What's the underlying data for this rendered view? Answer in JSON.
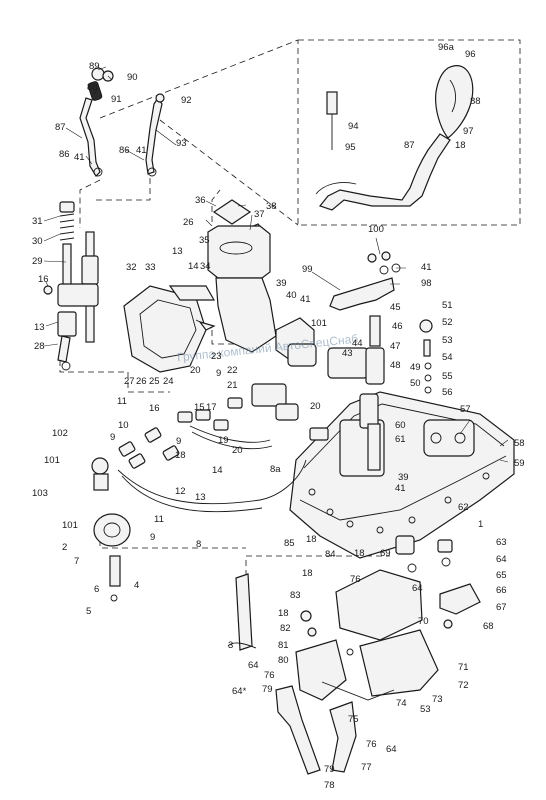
{
  "watermark": "Группа компаний АвтоСпецСнаб",
  "callouts": [
    {
      "id": "c-89",
      "text": "89"
    },
    {
      "id": "c-90",
      "text": "90"
    },
    {
      "id": "c-88",
      "text": "88"
    },
    {
      "id": "c-91",
      "text": "91"
    },
    {
      "id": "c-92",
      "text": "92"
    },
    {
      "id": "c-87a",
      "text": "87"
    },
    {
      "id": "c-86a",
      "text": "86"
    },
    {
      "id": "c-41a",
      "text": "41"
    },
    {
      "id": "c-86b",
      "text": "86"
    },
    {
      "id": "c-41b",
      "text": "41"
    },
    {
      "id": "c-93",
      "text": "93"
    },
    {
      "id": "c-96a",
      "text": "96а"
    },
    {
      "id": "c-96",
      "text": "96"
    },
    {
      "id": "c-88b",
      "text": "88"
    },
    {
      "id": "c-94",
      "text": "94"
    },
    {
      "id": "c-95",
      "text": "95"
    },
    {
      "id": "c-97",
      "text": "97"
    },
    {
      "id": "c-18a",
      "text": "18"
    },
    {
      "id": "c-87b",
      "text": "87"
    },
    {
      "id": "c-31",
      "text": "31"
    },
    {
      "id": "c-30",
      "text": "30"
    },
    {
      "id": "c-29",
      "text": "29"
    },
    {
      "id": "c-16a",
      "text": "16"
    },
    {
      "id": "c-13a",
      "text": "13"
    },
    {
      "id": "c-28",
      "text": "28"
    },
    {
      "id": "c-36",
      "text": "36"
    },
    {
      "id": "c-38",
      "text": "38"
    },
    {
      "id": "c-26a",
      "text": "26"
    },
    {
      "id": "c-37",
      "text": "37"
    },
    {
      "id": "c-35",
      "text": "35"
    },
    {
      "id": "c-13b",
      "text": "13"
    },
    {
      "id": "c-14a",
      "text": "14"
    },
    {
      "id": "c-34",
      "text": "34"
    },
    {
      "id": "c-32",
      "text": "32"
    },
    {
      "id": "c-33",
      "text": "33"
    },
    {
      "id": "c-100",
      "text": "100"
    },
    {
      "id": "c-99",
      "text": "99"
    },
    {
      "id": "c-41c",
      "text": "41"
    },
    {
      "id": "c-98",
      "text": "98"
    },
    {
      "id": "c-39a",
      "text": "39"
    },
    {
      "id": "c-40",
      "text": "40"
    },
    {
      "id": "c-41d",
      "text": "41"
    },
    {
      "id": "c-101a",
      "text": "101"
    },
    {
      "id": "c-45",
      "text": "45"
    },
    {
      "id": "c-46",
      "text": "46"
    },
    {
      "id": "c-44",
      "text": "44"
    },
    {
      "id": "c-43",
      "text": "43"
    },
    {
      "id": "c-47",
      "text": "47"
    },
    {
      "id": "c-48",
      "text": "48"
    },
    {
      "id": "c-51",
      "text": "51"
    },
    {
      "id": "c-52",
      "text": "52"
    },
    {
      "id": "c-53",
      "text": "53"
    },
    {
      "id": "c-54",
      "text": "54"
    },
    {
      "id": "c-55",
      "text": "55"
    },
    {
      "id": "c-56",
      "text": "56"
    },
    {
      "id": "c-49",
      "text": "49"
    },
    {
      "id": "c-50",
      "text": "50"
    },
    {
      "id": "c-23",
      "text": "23"
    },
    {
      "id": "c-22",
      "text": "22"
    },
    {
      "id": "c-9a",
      "text": "9"
    },
    {
      "id": "c-21",
      "text": "21"
    },
    {
      "id": "c-20a",
      "text": "20"
    },
    {
      "id": "c-27",
      "text": "27"
    },
    {
      "id": "c-26b",
      "text": "26"
    },
    {
      "id": "c-25",
      "text": "25"
    },
    {
      "id": "c-24",
      "text": "24"
    },
    {
      "id": "c-11a",
      "text": "11"
    },
    {
      "id": "c-16b",
      "text": "16"
    },
    {
      "id": "c-17",
      "text": "17"
    },
    {
      "id": "c-15",
      "text": "15"
    },
    {
      "id": "c-20b",
      "text": "20"
    },
    {
      "id": "c-60",
      "text": "60"
    },
    {
      "id": "c-61",
      "text": "61"
    },
    {
      "id": "c-57",
      "text": "57"
    },
    {
      "id": "c-10",
      "text": "10"
    },
    {
      "id": "c-9b",
      "text": "9"
    },
    {
      "id": "c-19",
      "text": "19"
    },
    {
      "id": "c-20c",
      "text": "20"
    },
    {
      "id": "c-102",
      "text": "102"
    },
    {
      "id": "c-101b",
      "text": "101"
    },
    {
      "id": "c-103",
      "text": "103"
    },
    {
      "id": "c-9c",
      "text": "9"
    },
    {
      "id": "c-18b",
      "text": "18"
    },
    {
      "id": "c-12",
      "text": "12"
    },
    {
      "id": "c-14b",
      "text": "14"
    },
    {
      "id": "c-13c",
      "text": "13"
    },
    {
      "id": "c-8a",
      "text": "8а"
    },
    {
      "id": "c-58",
      "text": "58"
    },
    {
      "id": "c-59",
      "text": "59"
    },
    {
      "id": "c-39b",
      "text": "39"
    },
    {
      "id": "c-41e",
      "text": "41"
    },
    {
      "id": "c-11b",
      "text": "11"
    },
    {
      "id": "c-101c",
      "text": "101"
    },
    {
      "id": "c-2",
      "text": "2"
    },
    {
      "id": "c-7",
      "text": "7"
    },
    {
      "id": "c-9d",
      "text": "9"
    },
    {
      "id": "c-8",
      "text": "8"
    },
    {
      "id": "c-85",
      "text": "85"
    },
    {
      "id": "c-18c",
      "text": "18"
    },
    {
      "id": "c-84",
      "text": "84"
    },
    {
      "id": "c-18d",
      "text": "18"
    },
    {
      "id": "c-69",
      "text": "69"
    },
    {
      "id": "c-62",
      "text": "62"
    },
    {
      "id": "c-1",
      "text": "1"
    },
    {
      "id": "c-63",
      "text": "63"
    },
    {
      "id": "c-64a",
      "text": "64"
    },
    {
      "id": "c-65",
      "text": "65"
    },
    {
      "id": "c-6",
      "text": "6"
    },
    {
      "id": "c-4",
      "text": "4"
    },
    {
      "id": "c-5",
      "text": "5"
    },
    {
      "id": "c-18e",
      "text": "18"
    },
    {
      "id": "c-76a",
      "text": "76"
    },
    {
      "id": "c-64b",
      "text": "64"
    },
    {
      "id": "c-66",
      "text": "66"
    },
    {
      "id": "c-67",
      "text": "67"
    },
    {
      "id": "c-83",
      "text": "83"
    },
    {
      "id": "c-70",
      "text": "70"
    },
    {
      "id": "c-68",
      "text": "68"
    },
    {
      "id": "c-18f",
      "text": "18"
    },
    {
      "id": "c-82",
      "text": "82"
    },
    {
      "id": "c-3",
      "text": "3"
    },
    {
      "id": "c-81",
      "text": "81"
    },
    {
      "id": "c-80",
      "text": "80"
    },
    {
      "id": "c-71",
      "text": "71"
    },
    {
      "id": "c-72",
      "text": "72"
    },
    {
      "id": "c-64c",
      "text": "64"
    },
    {
      "id": "c-73",
      "text": "73"
    },
    {
      "id": "c-76b",
      "text": "76"
    },
    {
      "id": "c-79a",
      "text": "79"
    },
    {
      "id": "c-64star",
      "text": "64*"
    },
    {
      "id": "c-74",
      "text": "74"
    },
    {
      "id": "c-53b",
      "text": "53"
    },
    {
      "id": "c-75",
      "text": "75"
    },
    {
      "id": "c-76c",
      "text": "76"
    },
    {
      "id": "c-64d",
      "text": "64"
    },
    {
      "id": "c-77",
      "text": "77"
    },
    {
      "id": "c-79b",
      "text": "79"
    },
    {
      "id": "c-78",
      "text": "78"
    }
  ]
}
